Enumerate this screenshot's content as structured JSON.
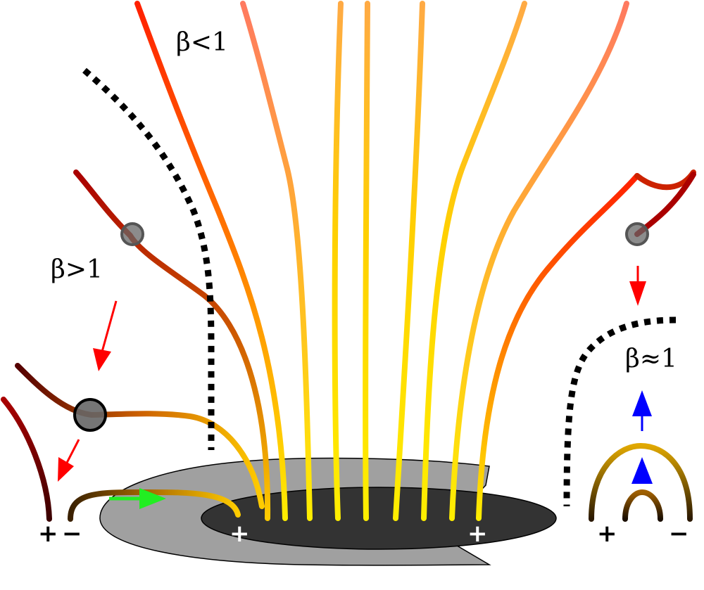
{
  "labels": {
    "beta_low": "β<1",
    "beta_high": "β>1",
    "beta_eq": "β≈1"
  },
  "polarity": {
    "left_plus": "+",
    "left_minus": "−",
    "spot_plus_left": "+",
    "spot_plus_right": "+",
    "right_plus": "+",
    "right_minus": "−"
  },
  "colors": {
    "penumbra": "#a0a0a0",
    "umbra": "#333333",
    "flux_yellow": "#ffee00",
    "flux_orange": "#ff8000",
    "flux_red": "#ff2000",
    "flux_dark": "#4a0000",
    "arrow_red": "#ff0000",
    "arrow_green": "#22ee22",
    "arrow_blue": "#0000ff",
    "separatrix": "#000000",
    "null_point": "#666666"
  }
}
